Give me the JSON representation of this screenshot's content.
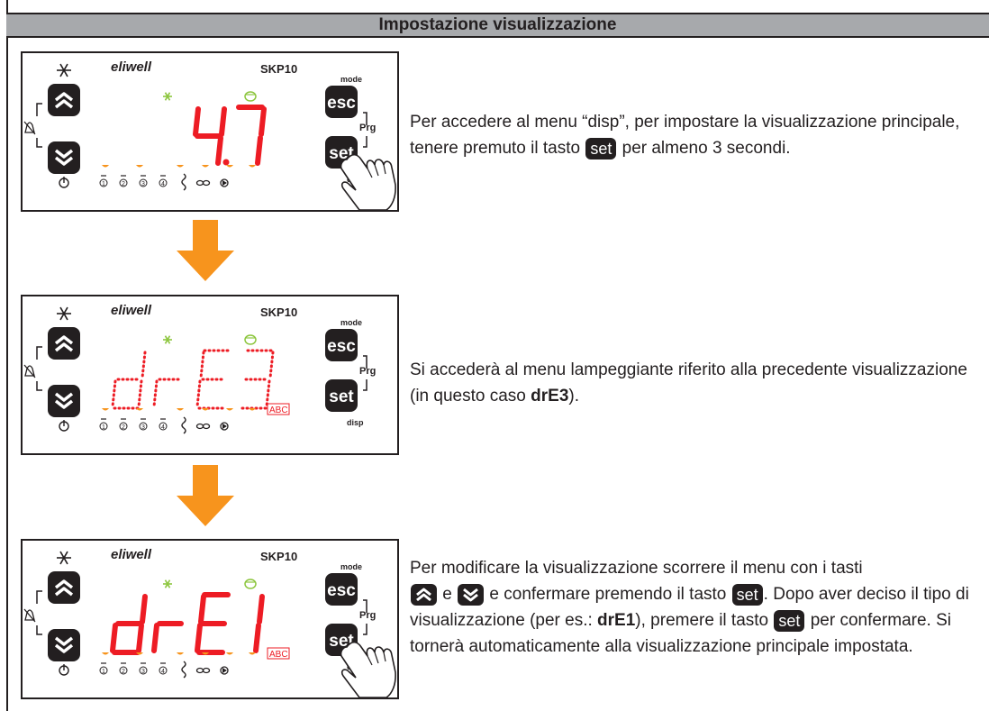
{
  "header": {
    "title": "Impostazione visualizzazione"
  },
  "device": {
    "brand": "eliwell",
    "model": "SKP10",
    "esc_label": "esc",
    "set_label": "set",
    "mode_label": "mode",
    "prg_label": "Prg",
    "disp_label": "disp",
    "abc_label": "ABC"
  },
  "steps": [
    {
      "display": "4.7",
      "display_color": "#ed1c24",
      "blinking": false,
      "abc_shown": false,
      "finger_on_set": true,
      "text_before": "Per accedere al menu “disp”, per impostare la visualizzazione principale, tenere premuto il tasto ",
      "text_after": " per almeno 3 secondi."
    },
    {
      "display": "drE3",
      "display_color": "#ed1c24",
      "blinking": true,
      "abc_shown": true,
      "finger_on_set": false,
      "text_before": "Si accederà al menu lampeggiante riferito alla precedente visualizzazione (in questo caso ",
      "text_bold": "drE3",
      "text_after": ")."
    },
    {
      "display": "drE1",
      "display_color": "#ed1c24",
      "blinking": false,
      "abc_shown": true,
      "finger_on_set": true,
      "text_1": "Per modificare la visualizzazione scorrere il menu con i tasti",
      "text_2": " e ",
      "text_3": " e confermare premendo il tasto ",
      "text_4": ". Dopo aver deciso il tipo di visualizzazione (per es.: ",
      "text_bold": "drE1",
      "text_5": "), premere il tasto ",
      "text_6": " per confermare. Si tornerà automaticamente alla visualizzazione principale impostata."
    }
  ],
  "colors": {
    "accent_orange": "#f7941d",
    "display_red": "#ed1c24",
    "led_green": "#8dc63f",
    "header_grey": "#a7a9ac"
  },
  "icons": [
    "snowflake-icon",
    "up-chevron-icon",
    "down-chevron-icon",
    "power-icon",
    "alarm-off-icon",
    "compressor-1-icon",
    "compressor-2-icon",
    "compressor-3-icon",
    "compressor-4-icon",
    "heater-icon",
    "fan-icon",
    "defrost-icon",
    "hand-pointer-icon",
    "down-arrow-icon"
  ]
}
